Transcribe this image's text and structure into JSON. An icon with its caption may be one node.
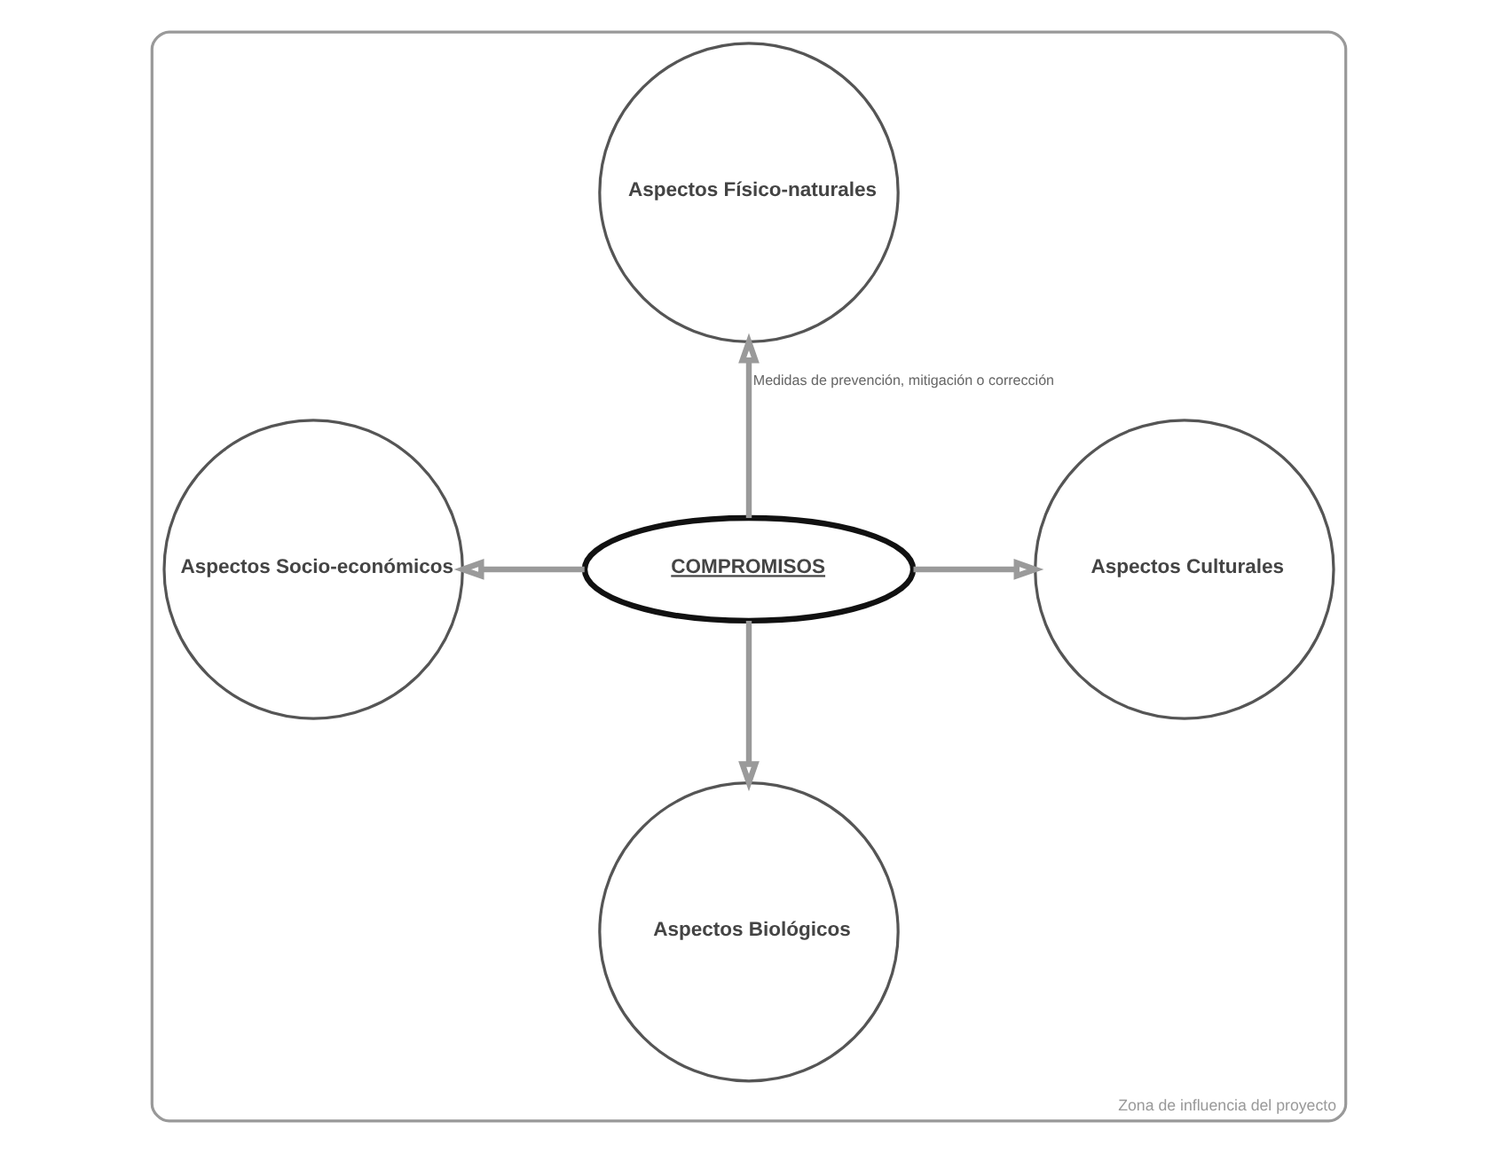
{
  "diagram": {
    "nodes": [
      {
        "text": [
          "Zona de influencia del proyecto"
        ]
      },
      {
        "text": [
          "Aspectos Físico-naturales"
        ],
        "in": 0
      },
      {
        "text": [
          "Aspectos Socio-económicos"
        ],
        "in": 0
      },
      {
        "text": [
          "COMPROMISOS"
        ],
        "in": 0
      },
      {
        "text": [
          "Aspectos Culturales"
        ],
        "in": 0
      },
      {
        "text": [
          "Aspectos Biológicos"
        ],
        "in": 0
      }
    ],
    "edges": [
      {
        "from": 3,
        "to": 1,
        "arrow": "to",
        "label": "Medidas de prevención, mitigación o corrección"
      },
      {
        "from": 3,
        "to": 2,
        "arrow": "to"
      },
      {
        "from": 3,
        "to": 4,
        "arrow": "to"
      },
      {
        "from": 3,
        "to": 5,
        "arrow": "to"
      }
    ]
  }
}
